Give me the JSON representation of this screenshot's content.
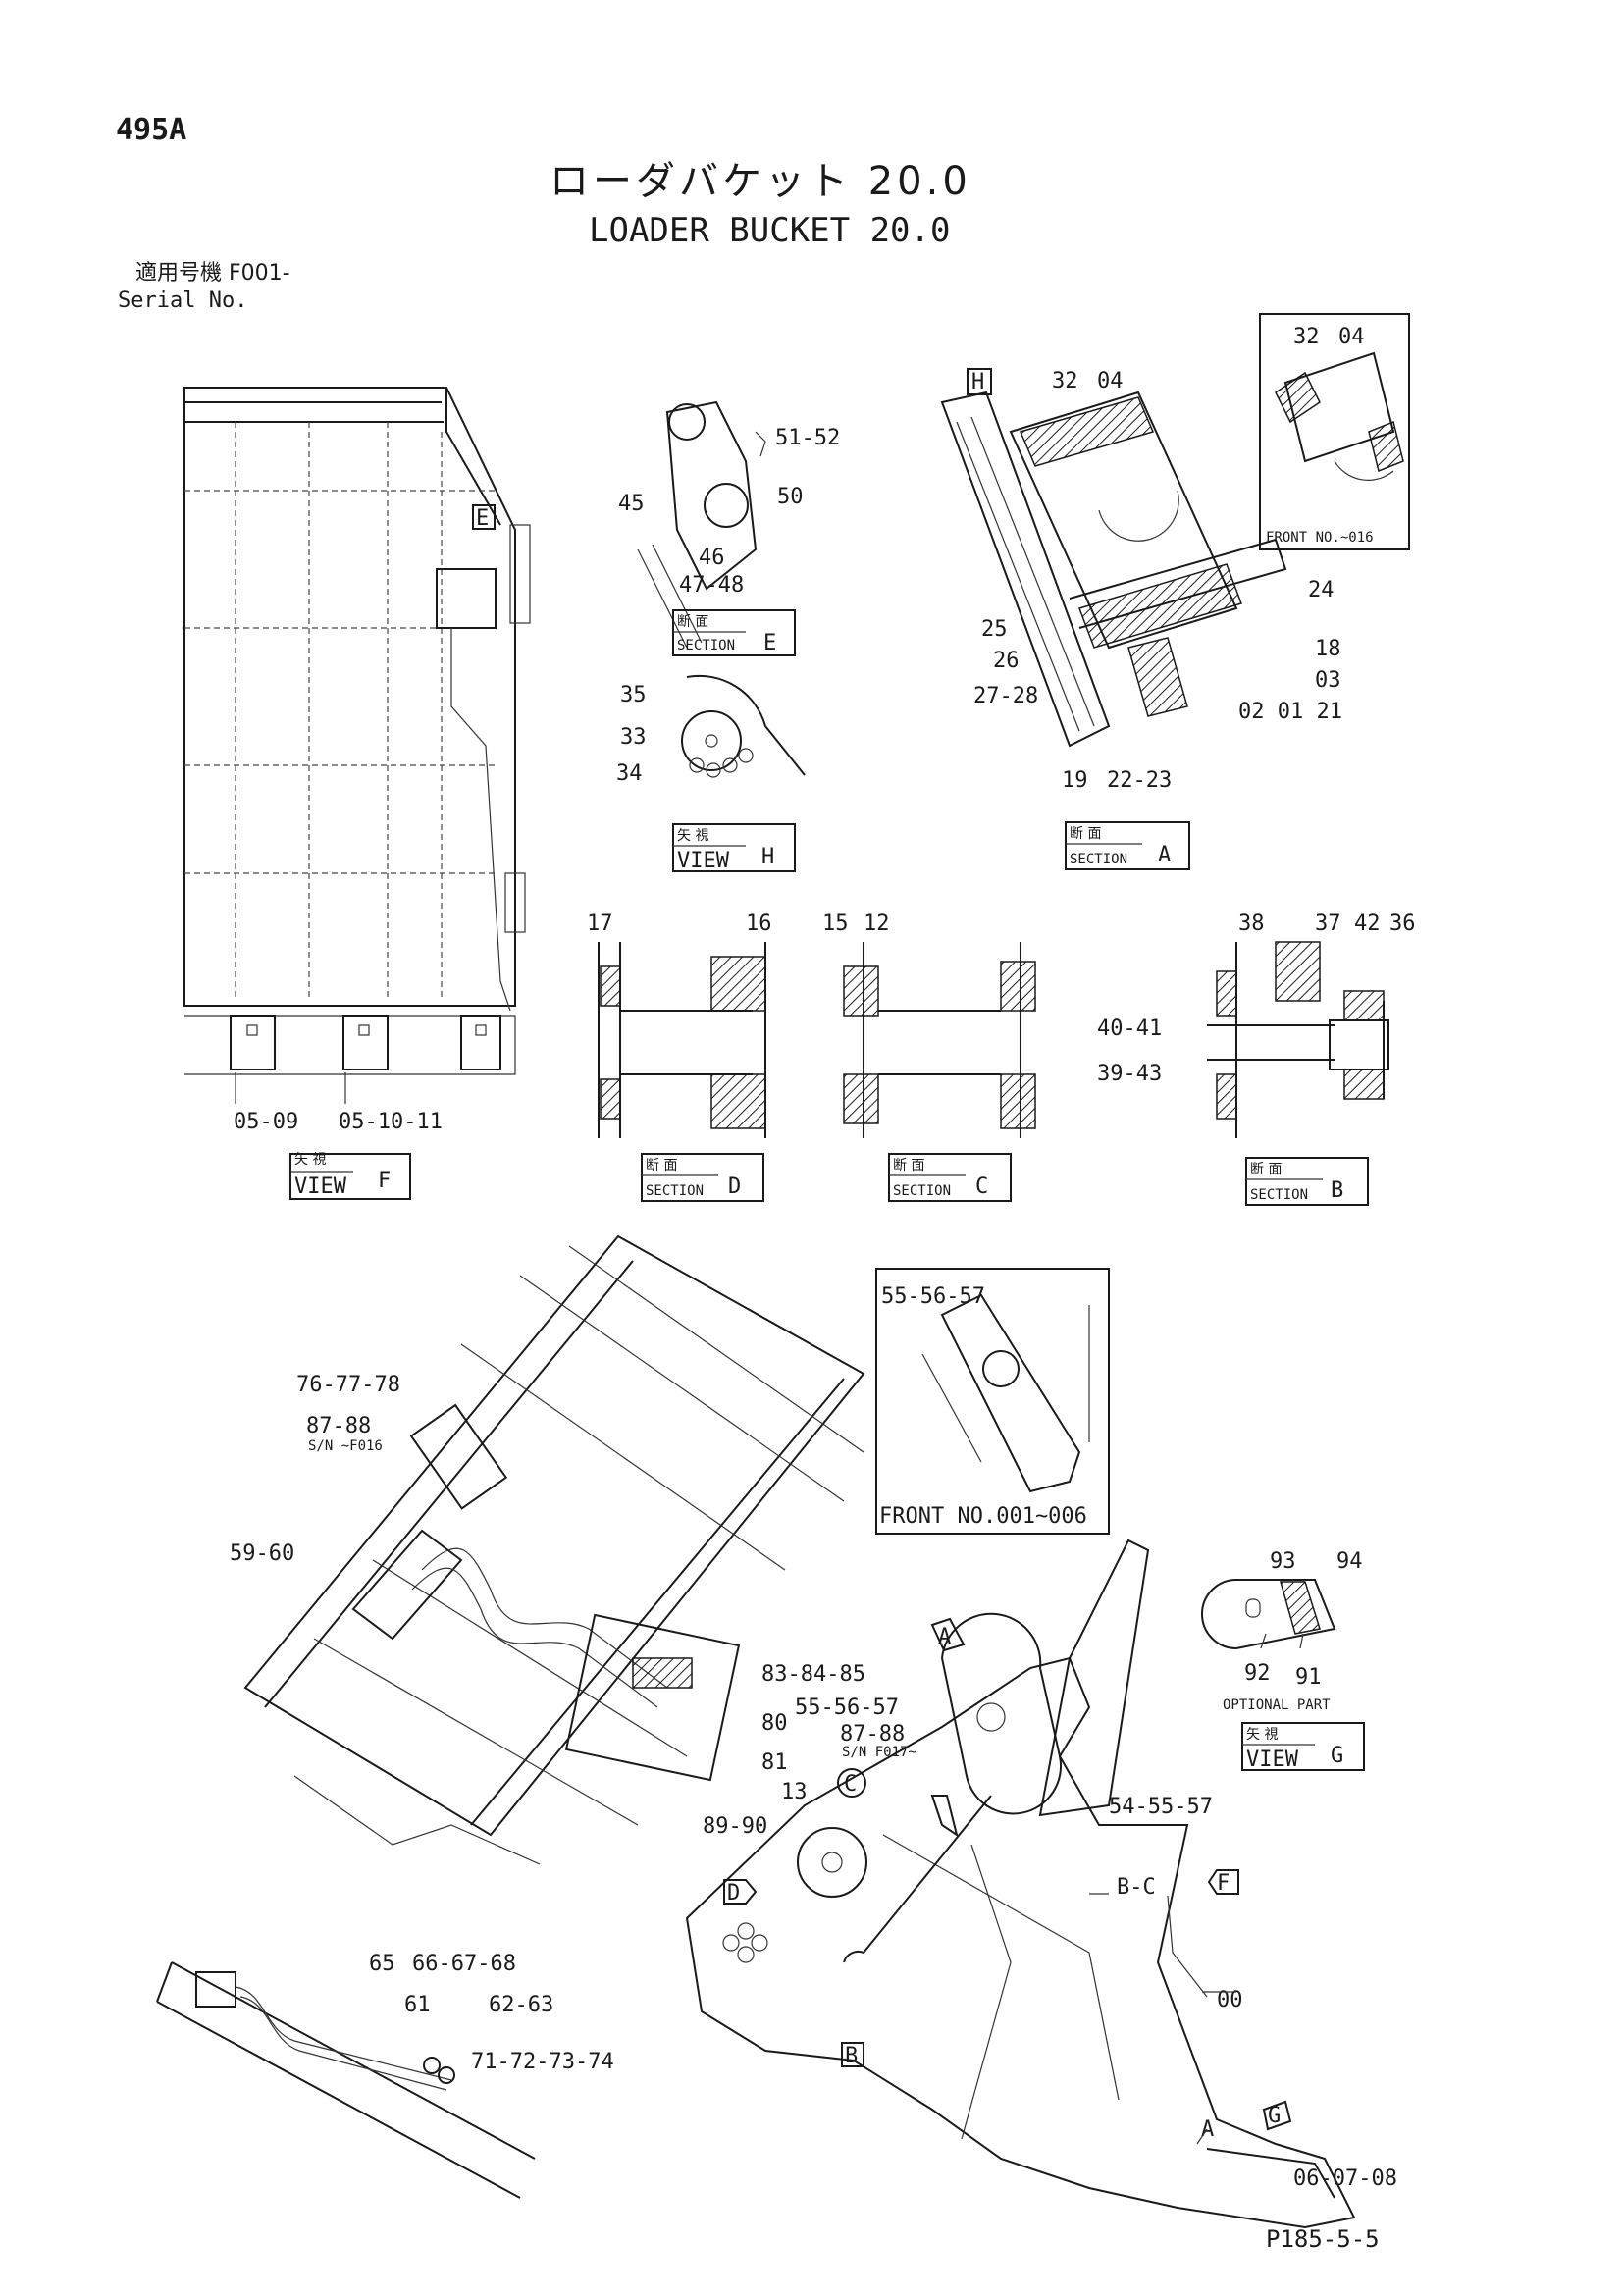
{
  "header": {
    "page_code": "495A",
    "title_ja": "ローダバケット 20.0",
    "title_en": "LOADER BUCKET 20.0",
    "serial_label_ja": "適用号機 F001-",
    "serial_label_en": "Serial No."
  },
  "footer": {
    "page_ref": "P185-5-5"
  },
  "views": {
    "view_f": {
      "ja": "矢 視",
      "en": "VIEW",
      "letter": "F"
    },
    "section_e": {
      "ja": "断 面",
      "en": "SECTION",
      "letter": "E"
    },
    "view_h": {
      "ja": "矢 視",
      "en": "VIEW",
      "letter": "H"
    },
    "section_a": {
      "ja": "断 面",
      "en": "SECTION",
      "letter": "A"
    },
    "section_d": {
      "ja": "断 面",
      "en": "SECTION",
      "letter": "D"
    },
    "section_c": {
      "ja": "断 面",
      "en": "SECTION",
      "letter": "C"
    },
    "section_b": {
      "ja": "断 面",
      "en": "SECTION",
      "letter": "B"
    },
    "view_g": {
      "ja": "矢 視",
      "en": "VIEW",
      "letter": "G"
    }
  },
  "notes": {
    "front_016": "FRONT NO.~016",
    "front_001_006": "FRONT NO.001~006",
    "optional_part": "OPTIONAL PART",
    "sn_f016": "S/N ~F016",
    "sn_f017": "S/N F017~"
  },
  "labels": {
    "p51_52": "51-52",
    "p50": "50",
    "p45": "45",
    "p46": "46",
    "p47_48": "47-48",
    "p35": "35",
    "p33": "33",
    "p34": "34",
    "p32": "32",
    "p04": "04",
    "p32b": "32",
    "p04b": "04",
    "p24": "24",
    "p25": "25",
    "p26": "26",
    "p27_28": "27-28",
    "p18": "18",
    "p03": "03",
    "p02_01_21": "02 01 21",
    "p19": "19",
    "p22_23": "22-23",
    "p17": "17",
    "p16": "16",
    "p15": "15",
    "p12": "12",
    "p38": "38",
    "p37": "37",
    "p42": "42",
    "p36": "36",
    "p40_41": "40-41",
    "p39_43": "39-43",
    "p05_09": "05-09",
    "p05_10_11": "05-10-11",
    "p55_56_57a": "55-56-57",
    "p76_77_78": "76-77-78",
    "p87_88a": "87-88",
    "p59_60": "59-60",
    "p83_84_85": "83-84-85",
    "p55_56_57b": "55-56-57",
    "p80": "80",
    "p87_88b": "87-88",
    "p81": "81",
    "p13": "13",
    "p89_90": "89-90",
    "p54_55_57": "54-55-57",
    "p b_c": "B-C",
    "p00": "00",
    "p65": "65",
    "p66_67_68": "66-67-68",
    "p61": "61",
    "p62_63": "62-63",
    "p71_74": "71-72-73-74",
    "p06_07_08": "06-07-08",
    "pA": "A",
    "p93": "93",
    "p94": "94",
    "p92": "92",
    "p91": "91"
  },
  "markers": {
    "A": "A",
    "B": "B",
    "C": "C",
    "D": "D",
    "E": "E",
    "F": "F",
    "G": "G",
    "H": "H"
  }
}
